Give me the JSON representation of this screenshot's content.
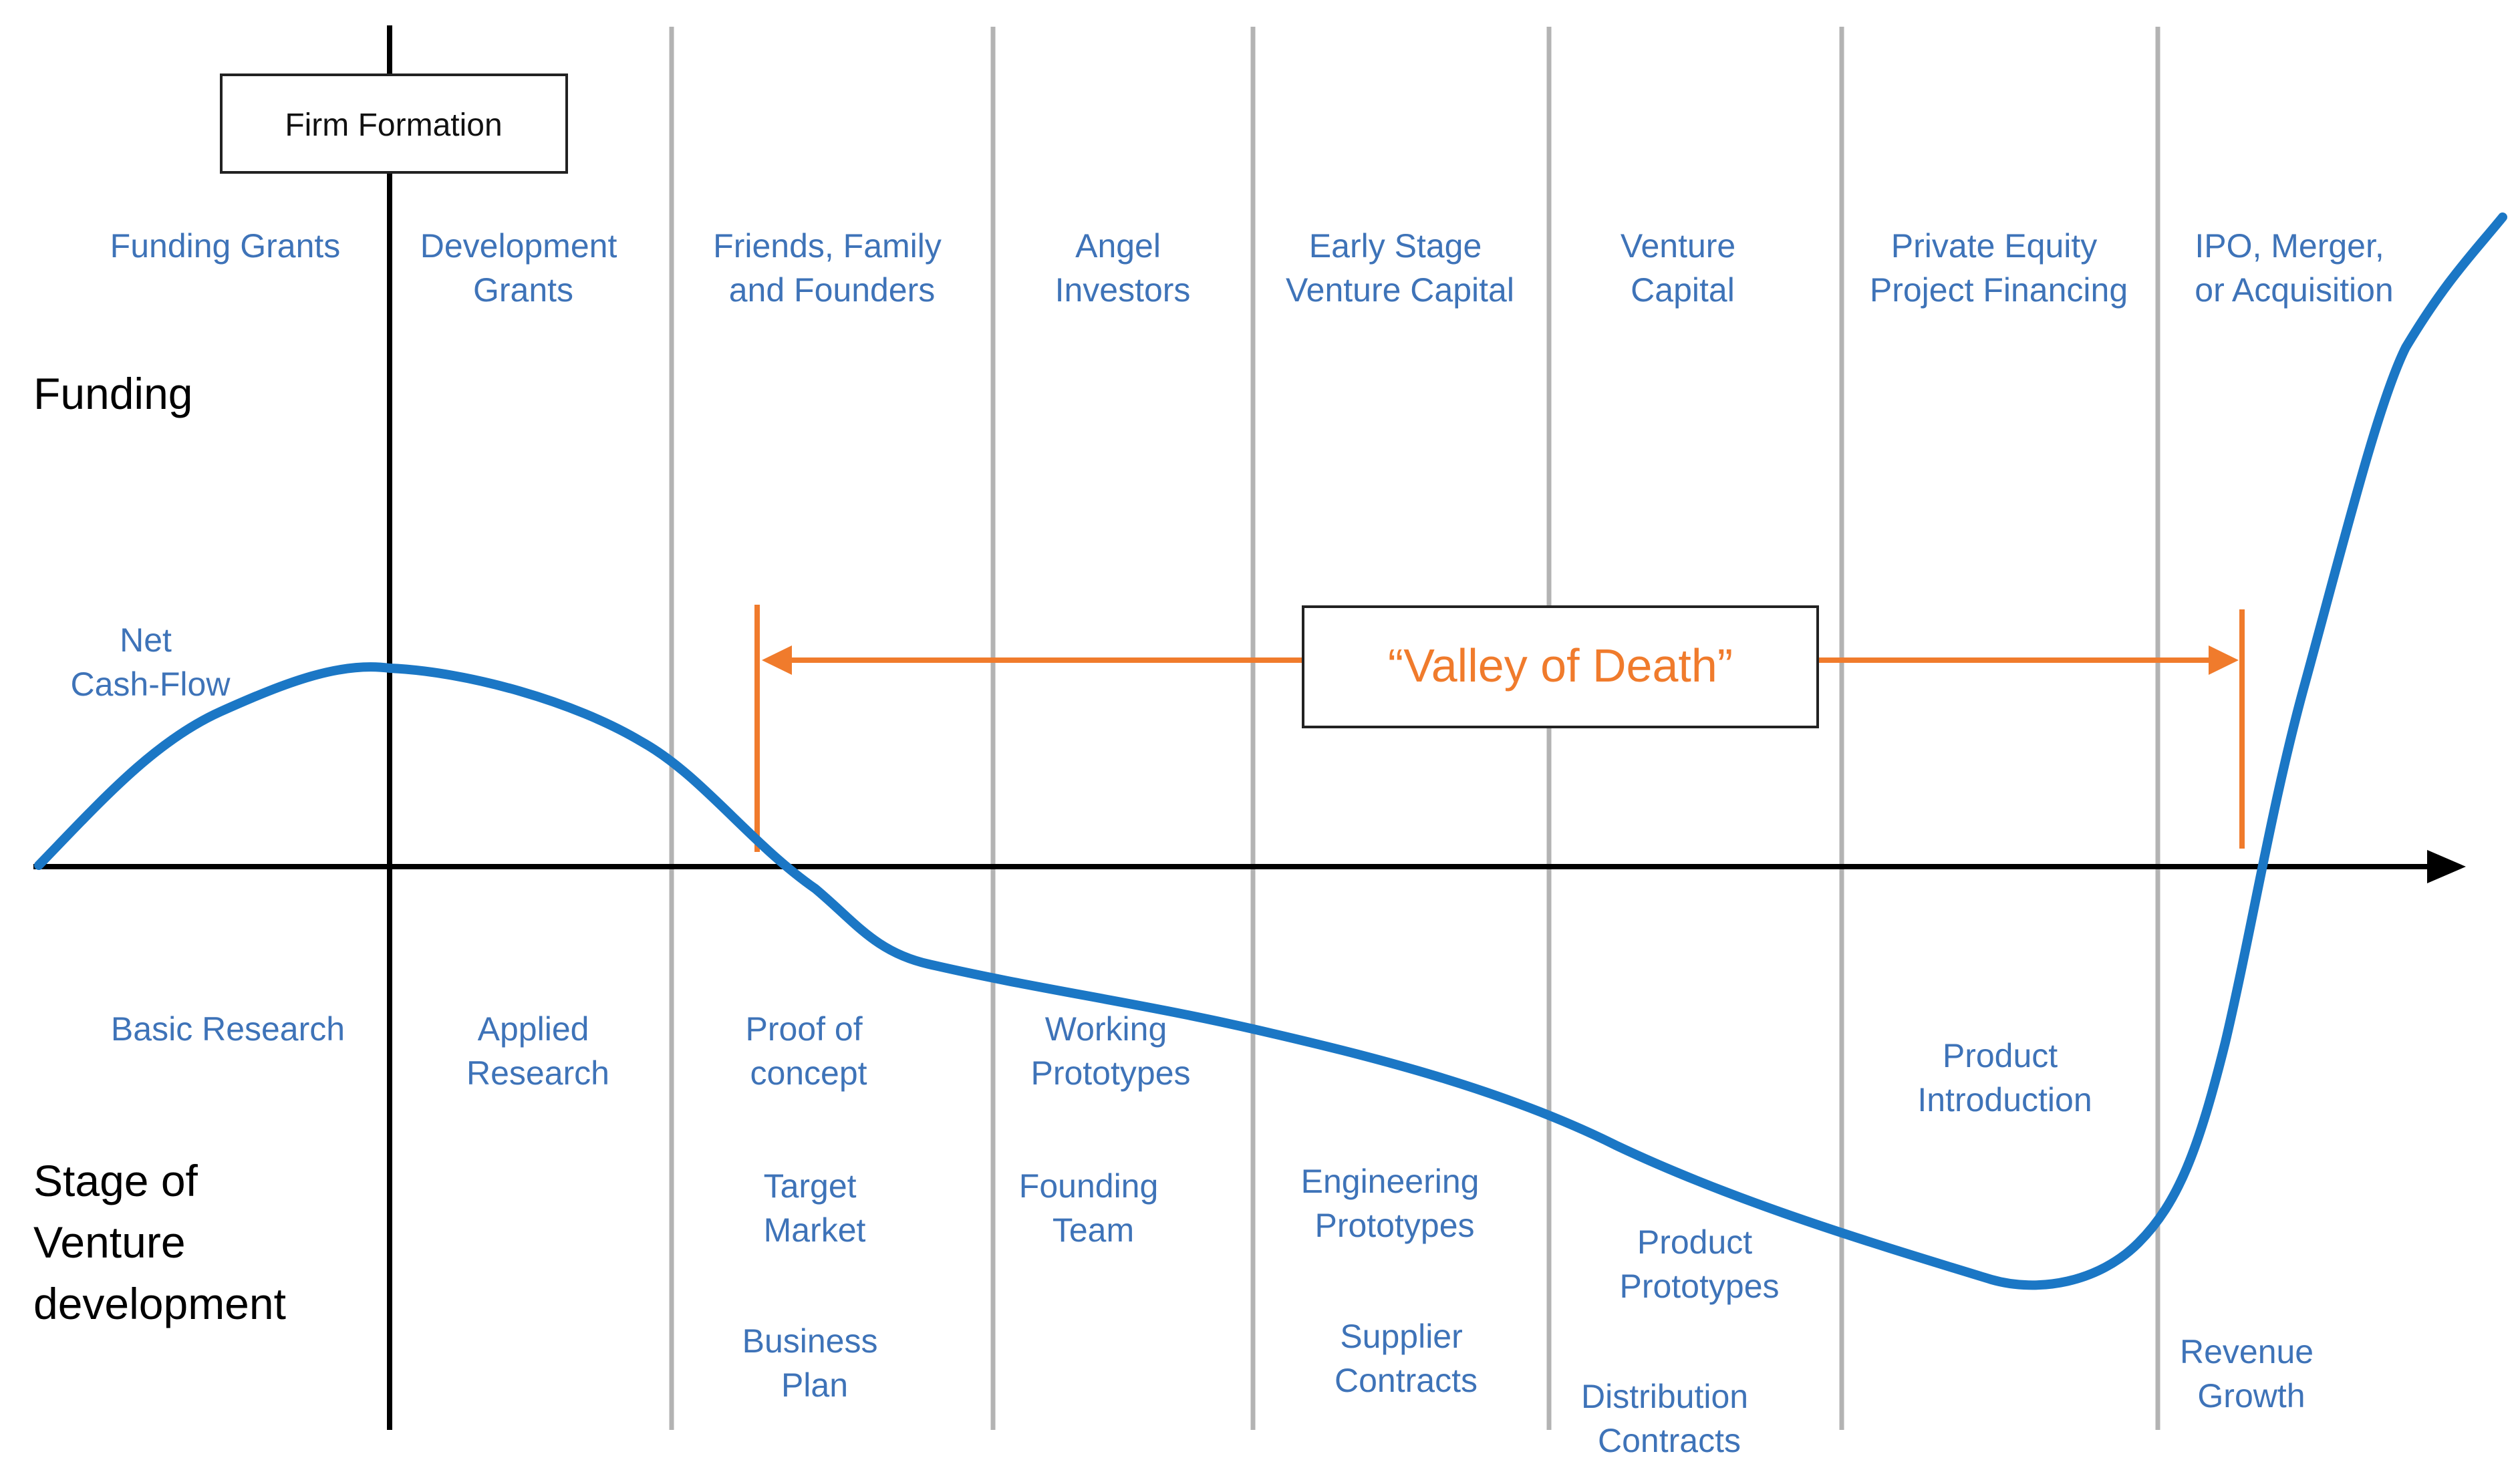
{
  "colors": {
    "label": "#3e73b8",
    "curve": "#1b77c5",
    "valley": "#f07b2c",
    "divider": "#b3b3b3",
    "axis": "#000000"
  },
  "firm_formation": "Firm Formation",
  "row_labels": {
    "funding": "Funding",
    "stage": [
      "Stage of",
      "Venture",
      "development"
    ],
    "net_cash_flow": [
      "Net",
      "Cash-Flow"
    ]
  },
  "valley_of_death": "“Valley of Death”",
  "funding_sources": [
    [
      "Funding Grants"
    ],
    [
      "Development",
      "Grants"
    ],
    [
      "Friends, Family",
      "and Founders"
    ],
    [
      "Angel",
      "Investors"
    ],
    [
      "Early Stage",
      "Venture Capital"
    ],
    [
      "Venture",
      "Capital"
    ],
    [
      "Private Equity",
      "Project Financing"
    ],
    [
      "IPO, Merger,",
      "or Acquisition"
    ]
  ],
  "stages": {
    "basic_research": [
      "Basic Research"
    ],
    "applied_research": [
      "Applied",
      "Research"
    ],
    "proof_of_concept": [
      "Proof of",
      "concept"
    ],
    "target_market": [
      "Target",
      "Market"
    ],
    "business_plan": [
      "Business",
      "Plan"
    ],
    "working_prototypes": [
      "Working",
      "Prototypes"
    ],
    "founding_team": [
      "Founding",
      "Team"
    ],
    "engineering_prototypes": [
      "Engineering",
      "Prototypes"
    ],
    "supplier_contracts": [
      "Supplier",
      "Contracts"
    ],
    "product_prototypes": [
      "Product",
      "Prototypes"
    ],
    "distribution_contracts": [
      "Distribution",
      "Contracts"
    ],
    "product_introduction": [
      "Product",
      "Introduction"
    ],
    "revenue_growth": [
      "Revenue",
      "Growth"
    ]
  }
}
